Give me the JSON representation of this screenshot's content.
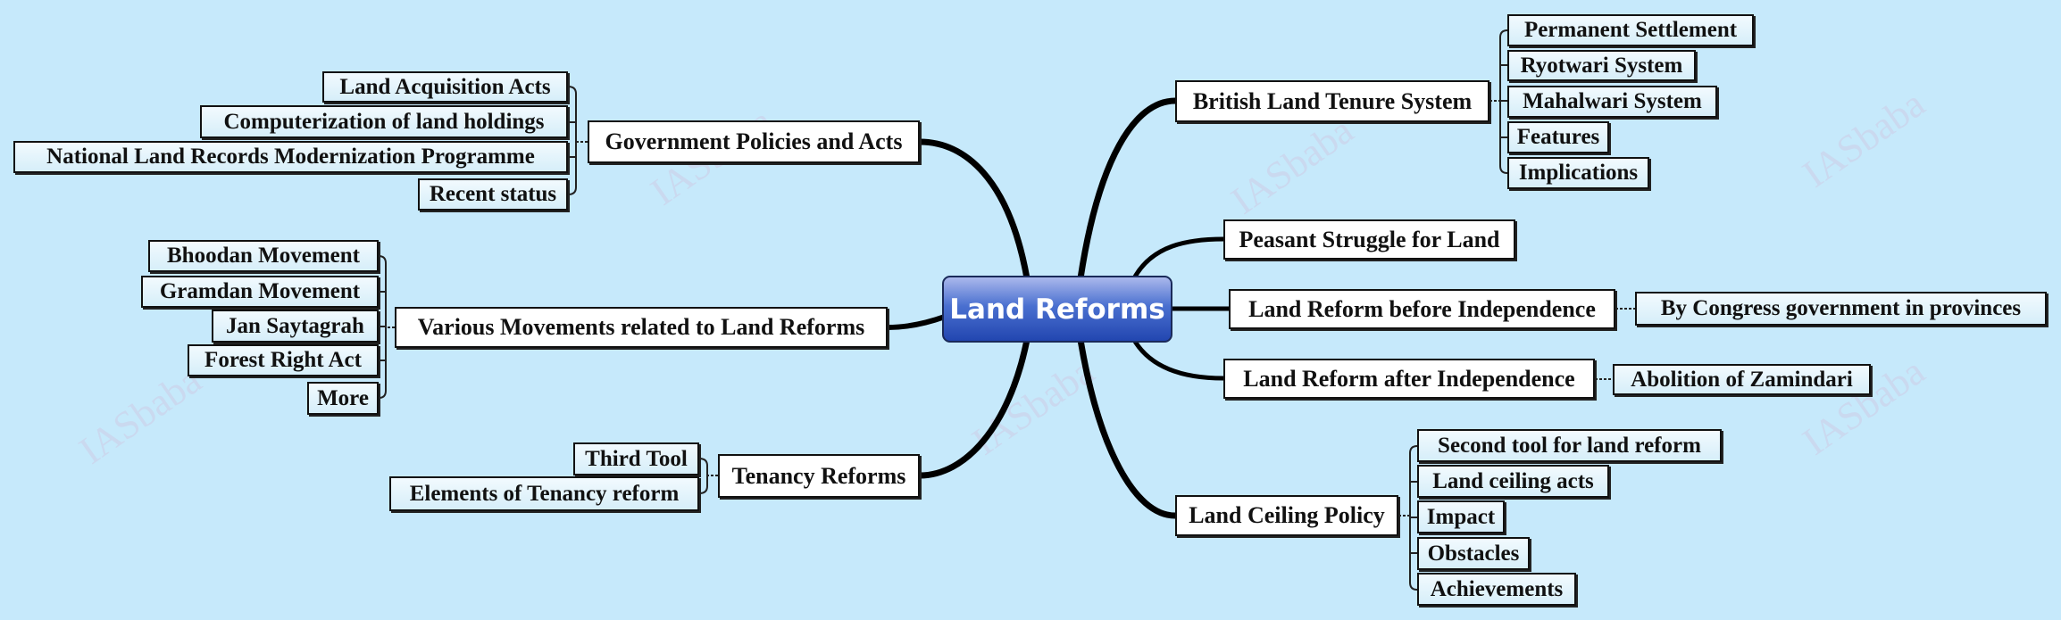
{
  "watermark": "IASbaba",
  "center": "Land Reforms",
  "right": {
    "british": {
      "label": "British Land Tenure System",
      "children": [
        "Permanent Settlement",
        "Ryotwari System",
        "Mahalwari System",
        "Features",
        "Implications"
      ]
    },
    "peasant": {
      "label": "Peasant Struggle for Land"
    },
    "before": {
      "label": "Land Reform before Independence",
      "children": [
        "By Congress government in provinces"
      ]
    },
    "after": {
      "label": "Land Reform after Independence",
      "children": [
        "Abolition of Zamindari"
      ]
    },
    "ceiling": {
      "label": "Land Ceiling Policy",
      "children": [
        "Second tool for land reform",
        "Land ceiling acts",
        "Impact",
        "Obstacles",
        "Achievements"
      ]
    }
  },
  "left": {
    "gov": {
      "label": "Government Policies and Acts",
      "children": [
        "Land Acquisition Acts",
        "Computerization of land holdings",
        "National Land Records Modernization Programme",
        "Recent status"
      ]
    },
    "movements": {
      "label": "Various Movements related to Land Reforms",
      "children": [
        "Bhoodan Movement",
        "Gramdan Movement",
        "Jan Saytagrah",
        "Forest Right Act",
        "More"
      ]
    },
    "tenancy": {
      "label": "Tenancy Reforms",
      "children": [
        "Third Tool",
        "Elements of Tenancy reform"
      ]
    }
  }
}
